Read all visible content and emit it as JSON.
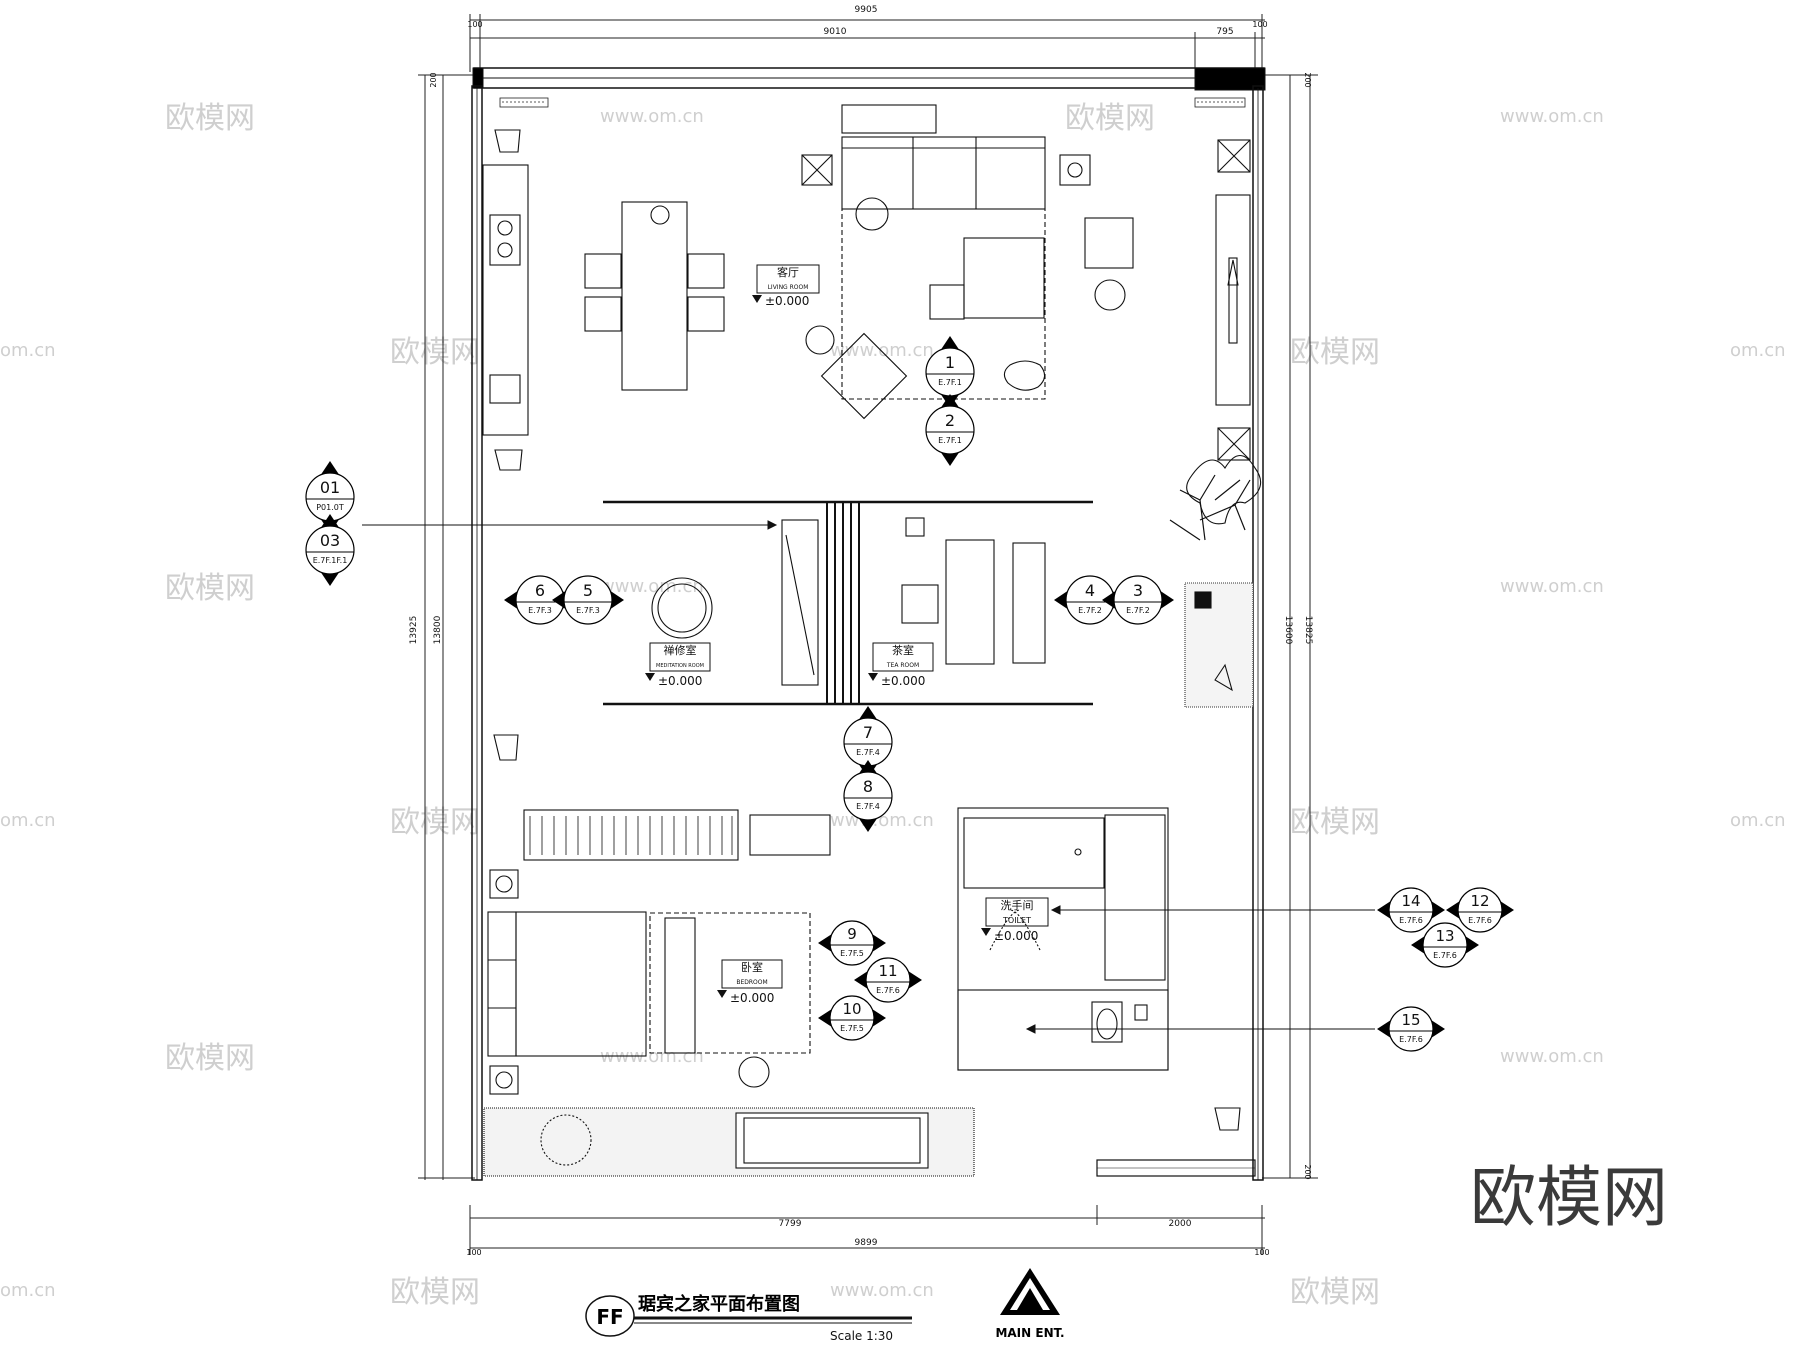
{
  "watermarks": {
    "brand": "欧模网",
    "url": "www.om.cn",
    "url_short": "om.cn",
    "corner_logo": "欧模网"
  },
  "dimensions": {
    "top_overall": "9905",
    "top_left_edge": "100",
    "top_main": "9010",
    "top_right": "795",
    "top_right_edge": "100",
    "left_overall": "13925",
    "left_inner": "13800",
    "left_top_edge": "200",
    "right_inner": "13600",
    "right_overall": "13825",
    "right_top_edge": "200",
    "right_bottom_edge": "200",
    "bottom_left": "7799",
    "bottom_right": "2000",
    "bottom_overall": "9899",
    "bottom_left_edge": "100",
    "bottom_right_edge": "100"
  },
  "rooms": {
    "living": {
      "name_cn": "客厅",
      "name_en": "LIVING ROOM",
      "level": "±0.000"
    },
    "meditation": {
      "name_cn": "禅修室",
      "name_en": "MEDITATION ROOM",
      "level": "±0.000"
    },
    "tea": {
      "name_cn": "茶室",
      "name_en": "TEA ROOM",
      "level": "±0.000"
    },
    "bedroom": {
      "name_cn": "卧室",
      "name_en": "BEDROOM",
      "level": "±0.000"
    },
    "toilet": {
      "name_cn": "洗手间",
      "name_en": "TOILET",
      "level": "±0.000"
    }
  },
  "markers": {
    "m1": {
      "num": "1",
      "ref": "E.7F.1"
    },
    "m2": {
      "num": "2",
      "ref": "E.7F.1"
    },
    "m01": {
      "num": "01",
      "ref": "P01.0T"
    },
    "m03": {
      "num": "03",
      "ref": "E.7F.1F.1"
    },
    "m6": {
      "num": "6",
      "ref": "E.7F.3"
    },
    "m5": {
      "num": "5",
      "ref": "E.7F.3"
    },
    "m4": {
      "num": "4",
      "ref": "E.7F.2"
    },
    "m3": {
      "num": "3",
      "ref": "E.7F.2"
    },
    "m7": {
      "num": "7",
      "ref": "E.7F.4"
    },
    "m8": {
      "num": "8",
      "ref": "E.7F.4"
    },
    "m9": {
      "num": "9",
      "ref": "E.7F.5"
    },
    "m11": {
      "num": "11",
      "ref": "E.7F.6"
    },
    "m10": {
      "num": "10",
      "ref": "E.7F.5"
    },
    "m14": {
      "num": "14",
      "ref": "E.7F.6"
    },
    "m12": {
      "num": "12",
      "ref": "E.7F.6"
    },
    "m13": {
      "num": "13",
      "ref": "E.7F.6"
    },
    "m15": {
      "num": "15",
      "ref": "E.7F.6"
    }
  },
  "title_block": {
    "code": "FF",
    "title": "琚宾之家平面布置图",
    "scale": "Scale 1:30",
    "entrance": "MAIN ENT."
  }
}
